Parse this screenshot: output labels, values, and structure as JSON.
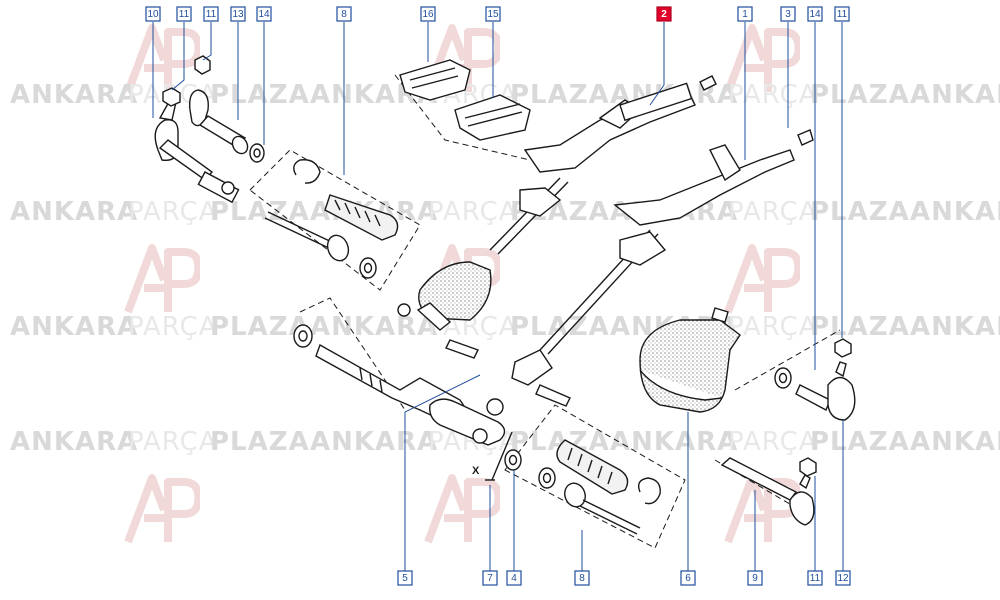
{
  "watermark": {
    "word1": "ANKARA",
    "word2": "PARÇA",
    "word3": "PLAZA"
  },
  "annotation_x": "X",
  "callouts": [
    {
      "id": "c10-top",
      "label": "10",
      "highlight": false
    },
    {
      "id": "c11-top-a",
      "label": "11",
      "highlight": false
    },
    {
      "id": "c11-top-b",
      "label": "11",
      "highlight": false
    },
    {
      "id": "c13-top",
      "label": "13",
      "highlight": false
    },
    {
      "id": "c14-top-a",
      "label": "14",
      "highlight": false
    },
    {
      "id": "c8-top",
      "label": "8",
      "highlight": false
    },
    {
      "id": "c16-top",
      "label": "16",
      "highlight": false
    },
    {
      "id": "c15-top",
      "label": "15",
      "highlight": false
    },
    {
      "id": "c2-top",
      "label": "2",
      "highlight": true
    },
    {
      "id": "c1-top",
      "label": "1",
      "highlight": false
    },
    {
      "id": "c3-top",
      "label": "3",
      "highlight": false
    },
    {
      "id": "c14-top-b",
      "label": "14",
      "highlight": false
    },
    {
      "id": "c11-top-c",
      "label": "11",
      "highlight": false
    },
    {
      "id": "c5-bottom",
      "label": "5",
      "highlight": false
    },
    {
      "id": "c7-bottom",
      "label": "7",
      "highlight": false
    },
    {
      "id": "c4-bottom",
      "label": "4",
      "highlight": false
    },
    {
      "id": "c8-bottom",
      "label": "8",
      "highlight": false
    },
    {
      "id": "c6-bottom",
      "label": "6",
      "highlight": false
    },
    {
      "id": "c9-bottom",
      "label": "9",
      "highlight": false
    },
    {
      "id": "c11-bottom",
      "label": "11",
      "highlight": false
    },
    {
      "id": "c12-bottom",
      "label": "12",
      "highlight": false
    }
  ],
  "colors": {
    "callout": "#1f4e9c",
    "highlight": "#e0002a",
    "watermark_text": "#d9d9d9",
    "watermark_logo": "#f1d9d9"
  }
}
